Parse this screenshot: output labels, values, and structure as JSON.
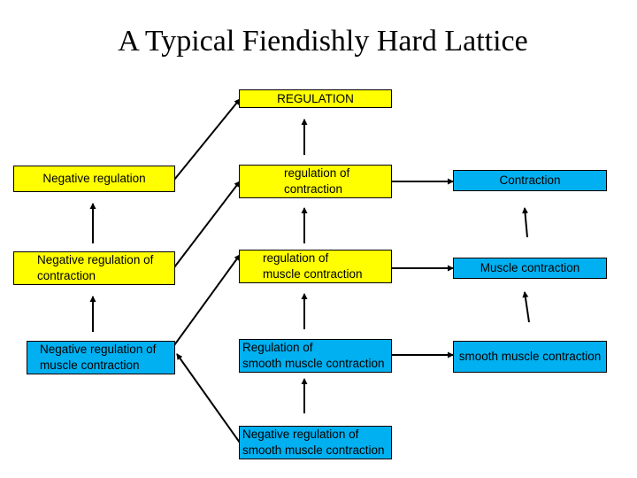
{
  "title": "A Typical Fiendishly Hard Lattice",
  "boxes": {
    "regulation": "REGULATION",
    "negative_regulation": "Negative regulation",
    "regulation_of_contraction": "regulation of\ncontraction",
    "contraction": "Contraction",
    "negative_regulation_of_contraction": "Negative regulation of\ncontraction",
    "regulation_of_muscle_contraction": "regulation of\nmuscle contraction",
    "muscle_contraction": "Muscle contraction",
    "negative_regulation_of_muscle_contraction": "Negative regulation of\nmuscle contraction",
    "regulation_of_smooth_muscle_contraction": "Regulation of\nsmooth muscle contraction",
    "smooth_muscle_contraction": "smooth muscle contraction",
    "negative_regulation_of_smooth_muscle_contraction": "Negative regulation of\nsmooth muscle contraction"
  },
  "colors": {
    "regulation_box": "#ffff00",
    "process_box": "#00b0f0",
    "arrow": "#000000"
  }
}
